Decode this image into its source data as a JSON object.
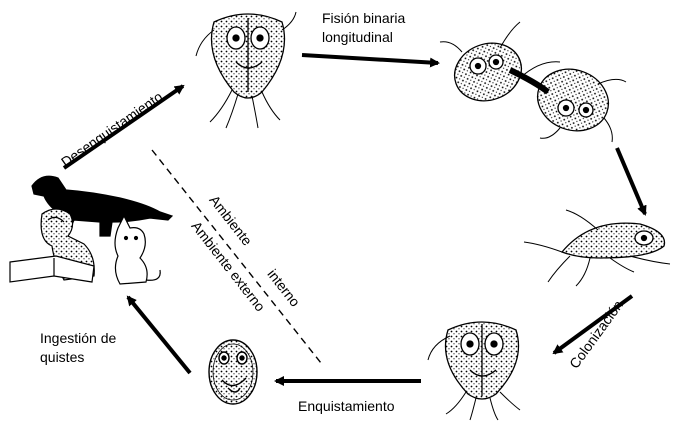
{
  "labels": {
    "fision_line1": "Fisión binaria",
    "fision_line2": "longitudinal",
    "desenquistamiento": "Desenquistamiento",
    "colonizacion": "Colonización",
    "enquistamiento": "Enquistamiento",
    "ingestion_line1": "Ingestión de",
    "ingestion_line2": "quistes",
    "ambiente_interno_a": "Ambiente",
    "ambiente_interno_b": "interno",
    "ambiente_externo": "Ambiente externo"
  },
  "colors": {
    "ink": "#000000",
    "background": "#ffffff"
  },
  "icons": [
    "trophozoite-top",
    "binary-fission-pair",
    "flagellate-elongated",
    "trophozoite-bottom",
    "cyst",
    "host-dog-child-cat"
  ]
}
